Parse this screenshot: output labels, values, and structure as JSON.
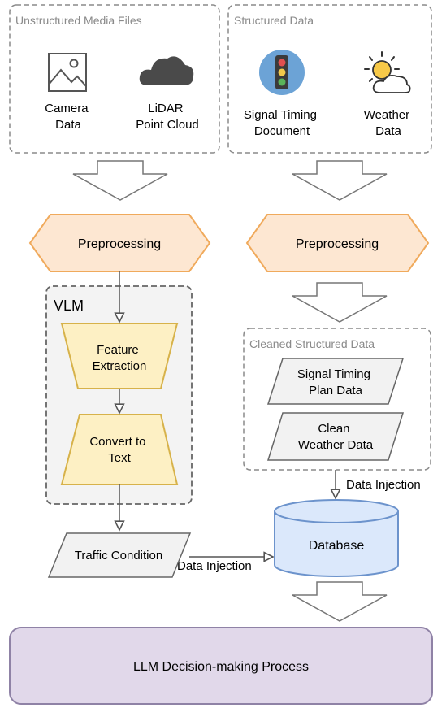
{
  "groups": {
    "unstructured": "Unstructured Media Files",
    "structured": "Structured Data",
    "vlm": "VLM",
    "cleaned": "Cleaned Structured Data"
  },
  "sources": {
    "camera": [
      "Camera",
      "Data"
    ],
    "lidar": [
      "LiDAR",
      "Point Cloud"
    ],
    "signal": [
      "Signal Timing",
      "Document"
    ],
    "weather": [
      "Weather",
      "Data"
    ]
  },
  "steps": {
    "preprocess_left": "Preprocessing",
    "preprocess_right": "Preprocessing",
    "feature": [
      "Feature",
      "Extraction"
    ],
    "convert": [
      "Convert to",
      "Text"
    ],
    "signal_plan": [
      "Signal Timing",
      "Plan Data"
    ],
    "clean_weather": [
      "Clean",
      "Weather Data"
    ],
    "traffic": "Traffic Condition",
    "database": "Database",
    "llm": "LLM Decision-making Process"
  },
  "edges": {
    "injection_bottom": "Data Injection",
    "injection_right": "Data Injection"
  },
  "icons": {
    "camera": "image-icon",
    "lidar": "cloud-icon",
    "signal": "traffic-light-icon",
    "weather": "sun-cloud-icon"
  },
  "colors": {
    "preprocess_fill": "#fde7d2",
    "preprocess_stroke": "#f0aa5c",
    "trap_fill": "#fdf0c4",
    "trap_stroke": "#d7b24a",
    "db_fill": "#dbe8fb",
    "db_stroke": "#6c93cc",
    "llm_fill": "#e1d8ea",
    "llm_stroke": "#8f82a6",
    "vlm_bg": "#f3f3f3"
  }
}
